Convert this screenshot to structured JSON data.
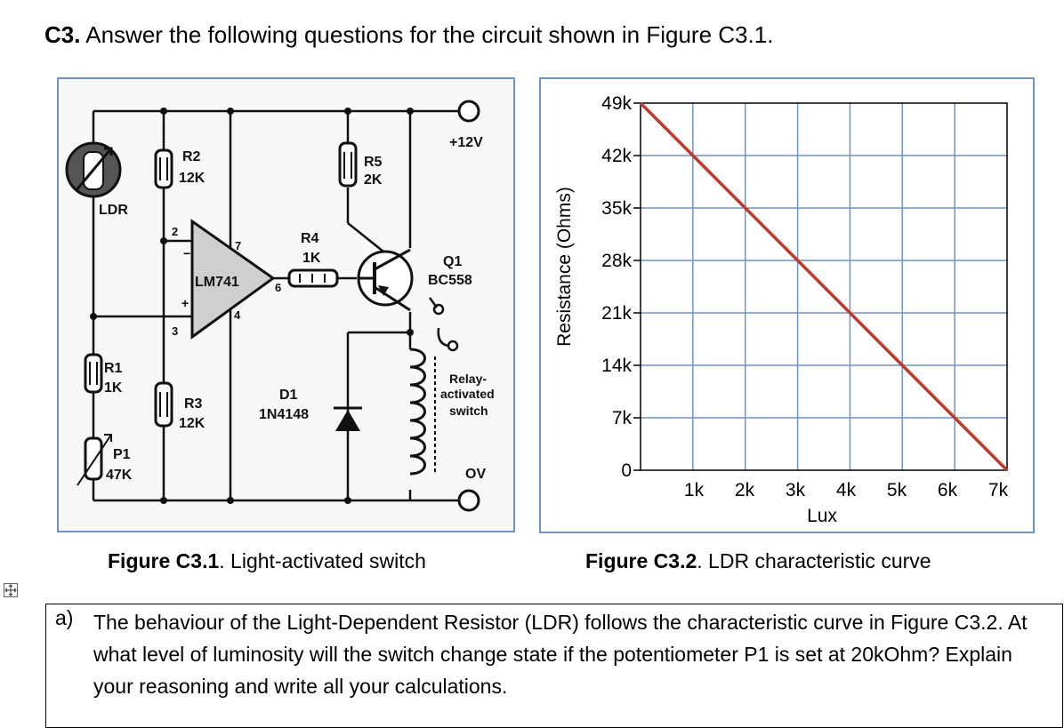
{
  "heading": {
    "number": "C3.",
    "text": " Answer the following questions for the circuit shown in Figure C3.1."
  },
  "circuit": {
    "ldr": "LDR",
    "r2": "R2",
    "r2_val": "12K",
    "r5": "R5",
    "r5_val": "2K",
    "supply": "+12V",
    "r4": "R4",
    "r4_val": "1K",
    "q1": "Q1",
    "q1_part": "BC558",
    "opamp": "LM741",
    "pin2": "2",
    "pin3": "3",
    "pin4": "4",
    "pin6": "6",
    "pin7": "7",
    "r1": "R1",
    "r1_val": "1K",
    "r3": "R3",
    "r3_val": "12K",
    "d1": "D1",
    "d1_part": "1N4148",
    "relay_line1": "Relay-",
    "relay_line2": "activated",
    "relay_line3": "switch",
    "p1": "P1",
    "p1_val": "47K",
    "ground": "OV"
  },
  "chart_data": {
    "type": "line",
    "title": "",
    "xlabel": "Lux",
    "ylabel": "Resistance (Ohms)",
    "x_ticks": [
      "1k",
      "2k",
      "3k",
      "4k",
      "5k",
      "6k",
      "7k"
    ],
    "y_ticks": [
      "49k",
      "42k",
      "35k",
      "28k",
      "21k",
      "14k",
      "7k",
      "0"
    ],
    "xlim": [
      0,
      7000
    ],
    "ylim": [
      0,
      49000
    ],
    "grid": true,
    "series": [
      {
        "x": [
          0,
          7000
        ],
        "y": [
          49000,
          0
        ],
        "color": "#c0392b"
      }
    ]
  },
  "captions": {
    "fig1_num": "Figure C3.1",
    "fig1_text": ". Light-activated switch",
    "fig2_num": "Figure C3.2",
    "fig2_text": ". LDR characteristic curve"
  },
  "question": {
    "label": "a)",
    "text": "The behaviour of the Light-Dependent Resistor (LDR) follows the characteristic curve in Figure C3.2. At what level of luminosity will the switch change state if the potentiometer P1 is set at 20kOhm? Explain your reasoning and write all your calculations."
  }
}
